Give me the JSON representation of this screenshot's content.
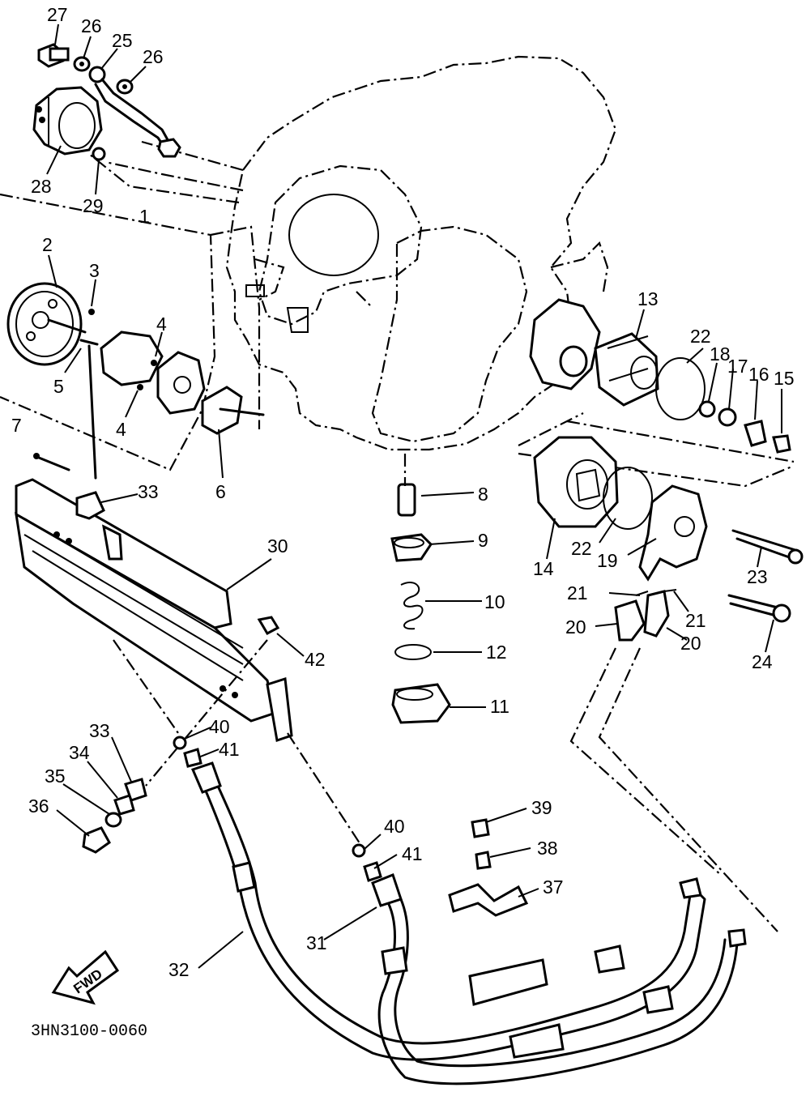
{
  "diagram": {
    "code": "3HN3100-0060",
    "fwd_label": "FWD",
    "callouts": [
      {
        "id": "27",
        "text": "27"
      },
      {
        "id": "26a",
        "text": "26"
      },
      {
        "id": "25",
        "text": "25"
      },
      {
        "id": "26b",
        "text": "26"
      },
      {
        "id": "28",
        "text": "28"
      },
      {
        "id": "29",
        "text": "29"
      },
      {
        "id": "1",
        "text": "1"
      },
      {
        "id": "2",
        "text": "2"
      },
      {
        "id": "3",
        "text": "3"
      },
      {
        "id": "4a",
        "text": "4"
      },
      {
        "id": "4b",
        "text": "4"
      },
      {
        "id": "5",
        "text": "5"
      },
      {
        "id": "6",
        "text": "6"
      },
      {
        "id": "7",
        "text": "7"
      },
      {
        "id": "8",
        "text": "8"
      },
      {
        "id": "9",
        "text": "9"
      },
      {
        "id": "10",
        "text": "10"
      },
      {
        "id": "12",
        "text": "12"
      },
      {
        "id": "11",
        "text": "11"
      },
      {
        "id": "13",
        "text": "13"
      },
      {
        "id": "22a",
        "text": "22"
      },
      {
        "id": "18",
        "text": "18"
      },
      {
        "id": "17",
        "text": "17"
      },
      {
        "id": "16",
        "text": "16"
      },
      {
        "id": "15",
        "text": "15"
      },
      {
        "id": "14",
        "text": "14"
      },
      {
        "id": "22b",
        "text": "22"
      },
      {
        "id": "19",
        "text": "19"
      },
      {
        "id": "23",
        "text": "23"
      },
      {
        "id": "21a",
        "text": "21"
      },
      {
        "id": "21b",
        "text": "21"
      },
      {
        "id": "20a",
        "text": "20"
      },
      {
        "id": "20b",
        "text": "20"
      },
      {
        "id": "24",
        "text": "24"
      },
      {
        "id": "33a",
        "text": "33"
      },
      {
        "id": "30",
        "text": "30"
      },
      {
        "id": "42",
        "text": "42"
      },
      {
        "id": "40a",
        "text": "40"
      },
      {
        "id": "41a",
        "text": "41"
      },
      {
        "id": "33b",
        "text": "33"
      },
      {
        "id": "34",
        "text": "34"
      },
      {
        "id": "35",
        "text": "35"
      },
      {
        "id": "36",
        "text": "36"
      },
      {
        "id": "39",
        "text": "39"
      },
      {
        "id": "40b",
        "text": "40"
      },
      {
        "id": "38",
        "text": "38"
      },
      {
        "id": "41b",
        "text": "41"
      },
      {
        "id": "37",
        "text": "37"
      },
      {
        "id": "31",
        "text": "31"
      },
      {
        "id": "32",
        "text": "32"
      }
    ]
  }
}
